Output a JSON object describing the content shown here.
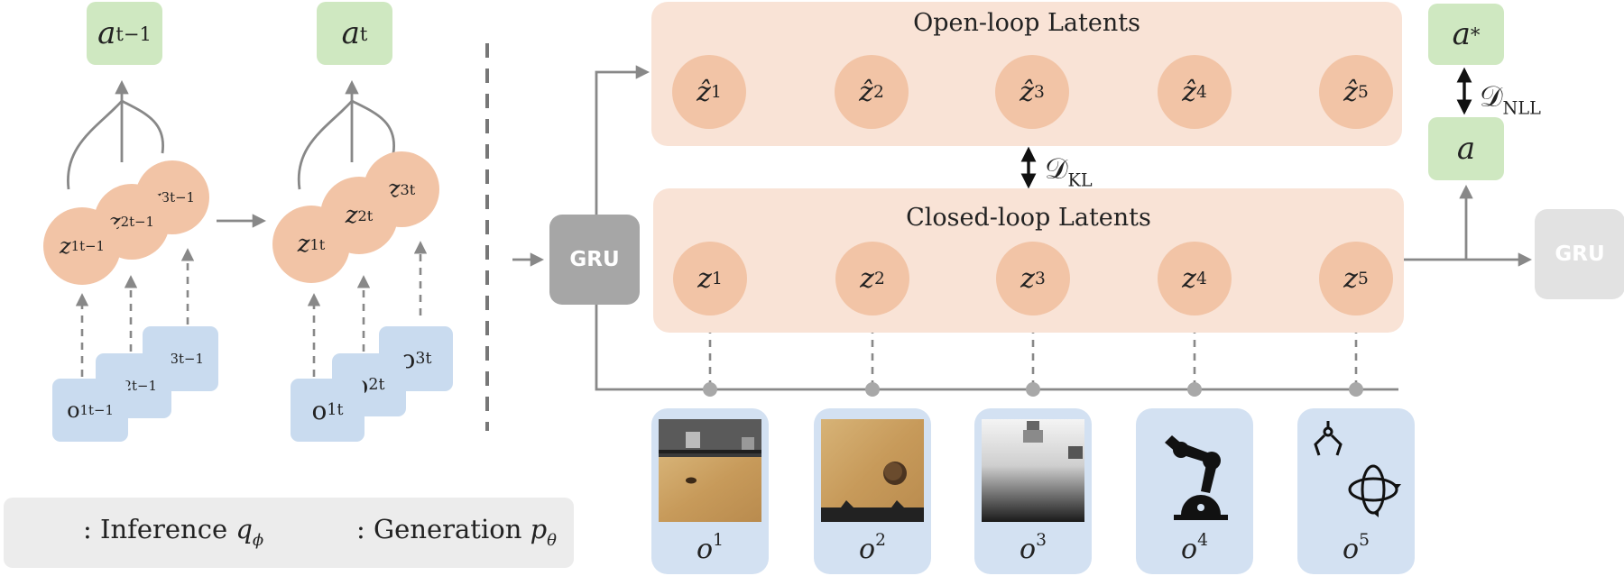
{
  "left": {
    "action_prev": "a",
    "action_prev_sub": "t−1",
    "action_cur": "a",
    "action_cur_sub": "t",
    "z_prev": [
      {
        "base": "z",
        "sup": "1",
        "sub": "t−1"
      },
      {
        "base": "z",
        "sup": "2",
        "sub": "t−1"
      },
      {
        "base": "z",
        "sup": "3",
        "sub": "t−1"
      }
    ],
    "z_cur": [
      {
        "base": "z",
        "sup": "1",
        "sub": "t"
      },
      {
        "base": "z",
        "sup": "2",
        "sub": "t"
      },
      {
        "base": "z",
        "sup": "3",
        "sub": "t"
      }
    ],
    "o_prev": [
      {
        "base": "o",
        "sup": "1",
        "sub": "t−1"
      },
      {
        "base": "o",
        "sup": "2",
        "sub": "t−1"
      },
      {
        "base": "o",
        "sup": "3",
        "sub": "t−1"
      }
    ],
    "o_cur": [
      {
        "base": "o",
        "sup": "1",
        "sub": "t"
      },
      {
        "base": "o",
        "sup": "2",
        "sub": "t"
      },
      {
        "base": "o",
        "sup": "3",
        "sub": "t"
      }
    ]
  },
  "legend": {
    "inference_label": ": Inference ",
    "inference_sym": "q",
    "inference_sub": "ϕ",
    "generation_label": ": Generation ",
    "generation_sym": "p",
    "generation_sub": "θ"
  },
  "gru_label": "GRU",
  "gru_next_label": "GRU",
  "open_loop": {
    "title": "Open-loop Latents",
    "latents": [
      {
        "base": "ẑ",
        "sup": "1"
      },
      {
        "base": "ẑ",
        "sup": "2"
      },
      {
        "base": "ẑ",
        "sup": "3"
      },
      {
        "base": "ẑ",
        "sup": "4"
      },
      {
        "base": "ẑ",
        "sup": "5"
      }
    ]
  },
  "closed_loop": {
    "title": "Closed-loop Latents",
    "latents": [
      {
        "base": "z",
        "sup": "1"
      },
      {
        "base": "z",
        "sup": "2"
      },
      {
        "base": "z",
        "sup": "3"
      },
      {
        "base": "z",
        "sup": "4"
      },
      {
        "base": "z",
        "sup": "5"
      }
    ]
  },
  "kl_label": "𝒟",
  "kl_sub": "KL",
  "nll_label": "𝒟",
  "nll_sub": "NLL",
  "action_star": "a",
  "action_star_sup": "*",
  "action": "a",
  "observations": [
    {
      "base": "o",
      "sup": "1",
      "kind": "rgb-table-top"
    },
    {
      "base": "o",
      "sup": "2",
      "kind": "rgb-wrist"
    },
    {
      "base": "o",
      "sup": "3",
      "kind": "depth"
    },
    {
      "base": "o",
      "sup": "4",
      "kind": "robot-arm-icon"
    },
    {
      "base": "o",
      "sup": "5",
      "kind": "gripper-rotation-icon"
    }
  ],
  "colors": {
    "action_green": "#cfe8c1",
    "latent_orange": "#f2c4a6",
    "panel_peach": "#f9e3d6",
    "obs_blue": "#c9dbef",
    "gru_gray": "#a6a6a6",
    "gru_light": "#e2e2e2",
    "arrow_gray": "#888888"
  }
}
